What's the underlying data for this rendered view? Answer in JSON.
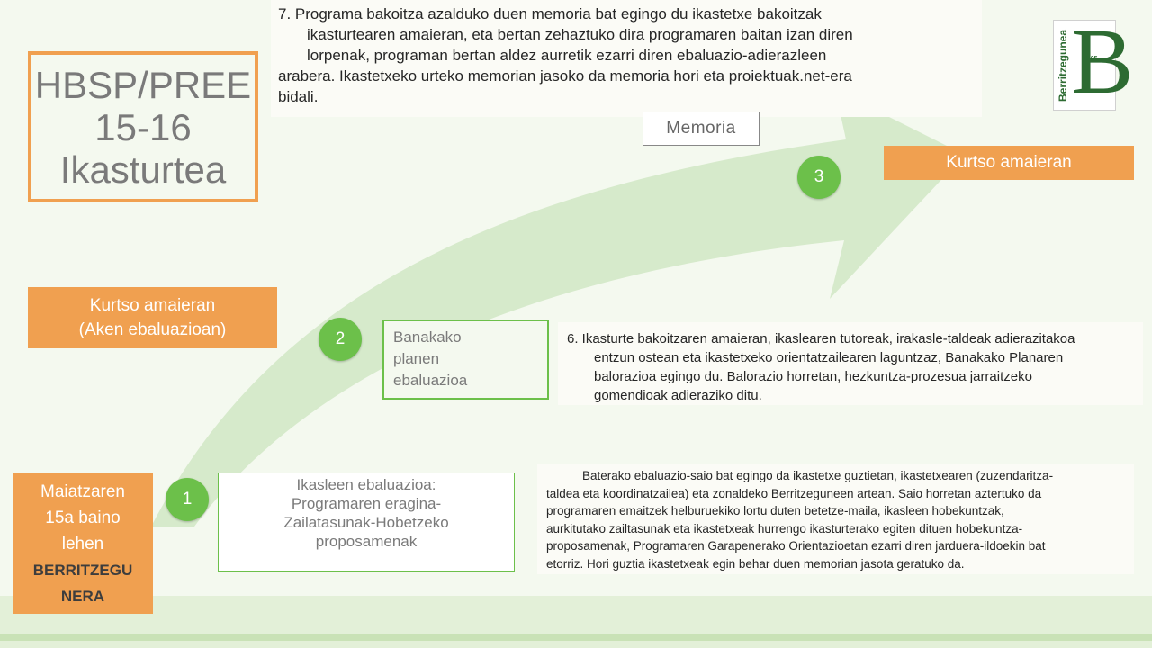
{
  "title": {
    "line1": "HBSP/PREE",
    "line2": "15-16",
    "line3": "Ikasturtea"
  },
  "logo": {
    "text": "Berritzegunea",
    "letter": "B",
    "code": "B-05"
  },
  "colors": {
    "orange": "#f0a050",
    "green": "#6cc04a",
    "arrow": "#d6eacb",
    "logo_green": "#2d6b32"
  },
  "steps": {
    "one": "1",
    "two": "2",
    "three": "3"
  },
  "labels": {
    "kurtso_top": "Kurtso amaieran",
    "kurtso_mid_1": "Kurtso amaieran",
    "kurtso_mid_2": "(Aken ebaluazioan)",
    "memoria": "Memoria",
    "maiatz_1": "Maiatzaren",
    "maiatz_2": "15a baino",
    "maiatz_3": "lehen",
    "maiatz_4": "BERRITZEGU",
    "maiatz_5": "NERA"
  },
  "boxes": {
    "banakako": [
      "Banakako",
      "planen",
      "ebaluazioa"
    ],
    "ikasleen": [
      "Ikasleen ebaluazioa:",
      "Programaren eragina-",
      "Zailatasunak-Hobetzeko",
      "proposamenak"
    ]
  },
  "doc7": [
    "7. Programa bakoitza azalduko duen memoria bat egingo du ikastetxe bakoitzak",
    "ikasturtearen amaieran, eta bertan zehaztuko dira programaren baitan izan diren",
    "lorpenak, programan bertan aldez aurretik ezarri diren ebaluazio-adierazleen",
    "arabera. Ikastetxeko urteko memorian jasoko da memoria hori eta proiektuak.net-era",
    "bidali."
  ],
  "doc6": [
    "6.   Ikasturte bakoitzaren amaieran, ikaslearen tutoreak, irakasle-taldeak adierazitakoa",
    "entzun ostean eta ikastetxeko orientatzailearen laguntzaz, Banakako Planaren",
    "balorazioa egingo du. Balorazio horretan, hezkuntza-prozesua jarraitzeko",
    "gomendioak adieraziko ditu."
  ],
  "docbat": [
    "Baterako ebaluazio-saio bat egingo da ikastetxe guztietan, ikastetxearen (zuzendaritza-",
    "taldea eta koordinatzailea) eta zonaldeko Berritzeguneen artean. Saio horretan aztertuko da",
    "programaren emaitzek helburuekiko lortu duten betetze-maila, ikasleen hobekuntzak,",
    "aurkitutako zailtasunak eta ikastetxeak hurrengo ikasturterako egiten dituen hobekuntza-",
    "proposamenak, Programaren Garapenerako Orientazioetan ezarri diren jarduera-ildoekin bat",
    "etorriz. Hori guztia ikastetxeak egin behar duen memorian jasota geratuko da."
  ]
}
